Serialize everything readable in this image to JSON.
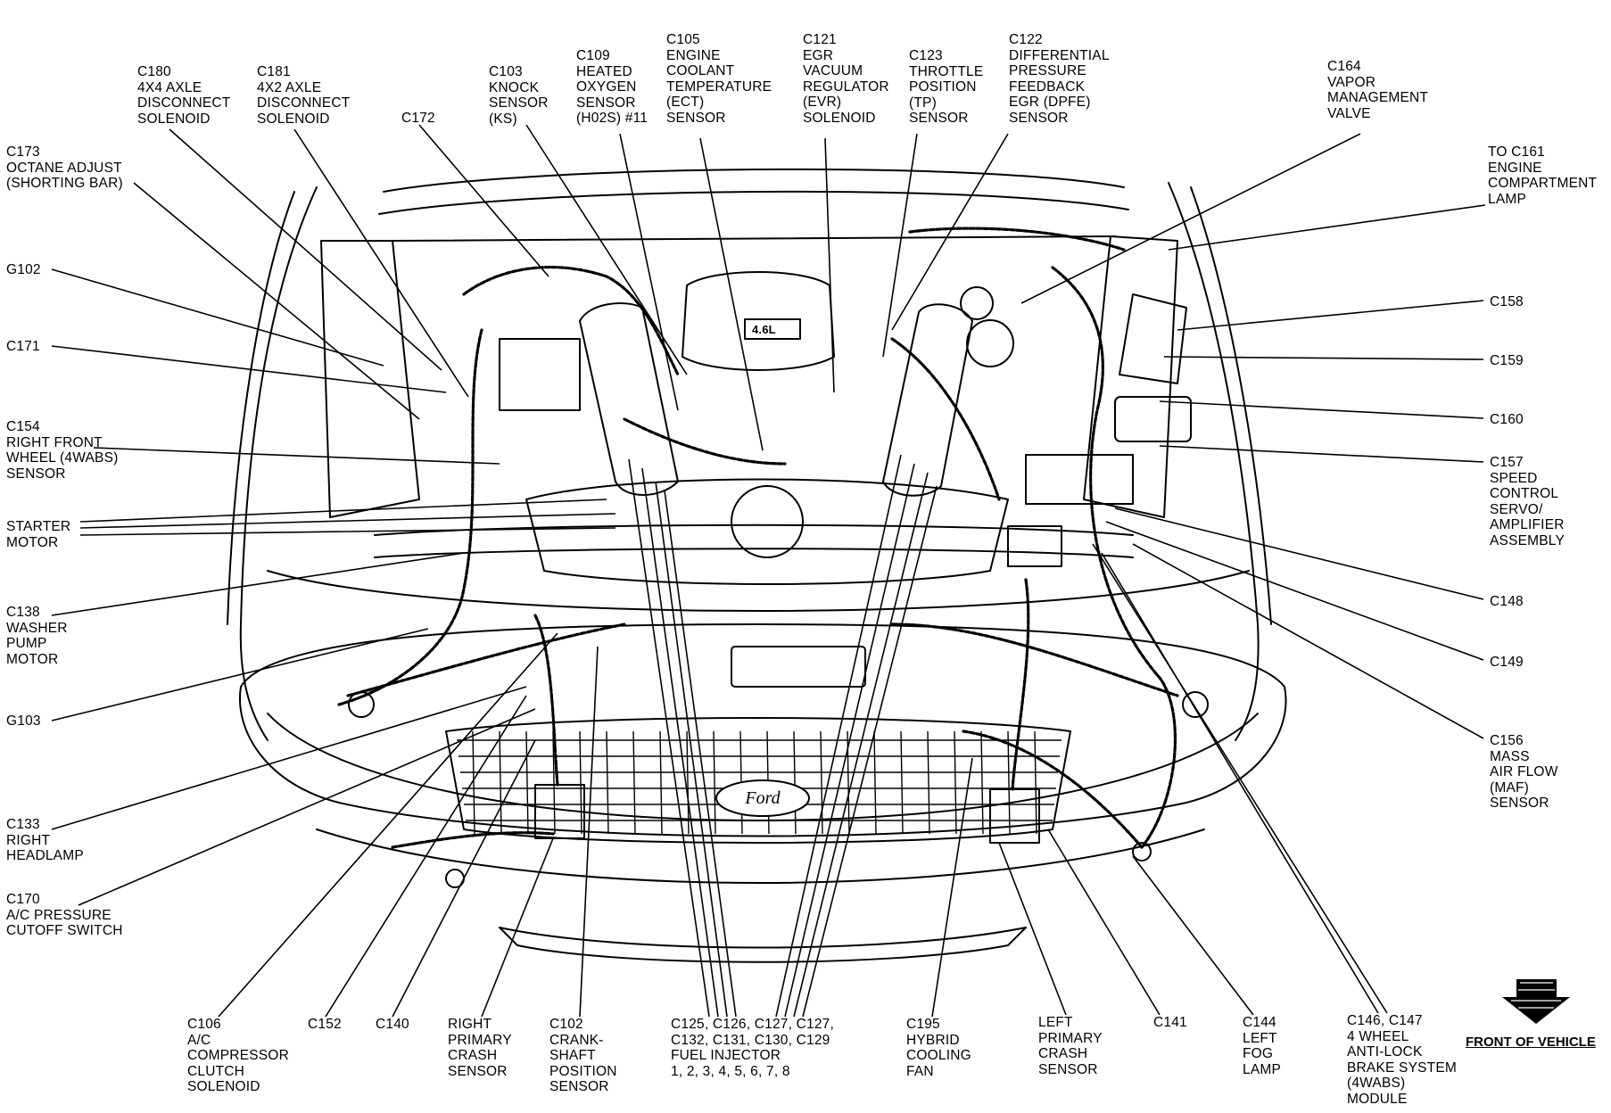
{
  "callouts": [
    {
      "id": "c180",
      "lines": [
        "C180",
        "4X4 AXLE",
        "DISCONNECT",
        "SOLENOID"
      ]
    },
    {
      "id": "c181",
      "lines": [
        "C181",
        "4X2 AXLE",
        "DISCONNECT",
        "SOLENOID"
      ]
    },
    {
      "id": "c172",
      "lines": [
        "C172"
      ]
    },
    {
      "id": "c103",
      "lines": [
        "C103",
        "KNOCK",
        "SENSOR",
        "(KS)"
      ]
    },
    {
      "id": "c109",
      "lines": [
        "C109",
        "HEATED",
        "OXYGEN",
        "SENSOR",
        "(H02S) #11"
      ]
    },
    {
      "id": "c105",
      "lines": [
        "C105",
        "ENGINE",
        "COOLANT",
        "TEMPERATURE",
        "(ECT)",
        "SENSOR"
      ]
    },
    {
      "id": "c121",
      "lines": [
        "C121",
        "EGR",
        "VACUUM",
        "REGULATOR",
        "(EVR)",
        "SOLENOID"
      ]
    },
    {
      "id": "c123",
      "lines": [
        "C123",
        "THROTTLE",
        "POSITION",
        "(TP)",
        "SENSOR"
      ]
    },
    {
      "id": "c122",
      "lines": [
        "C122",
        "DIFFERENTIAL",
        "PRESSURE",
        "FEEDBACK",
        "EGR (DPFE)",
        "SENSOR"
      ]
    },
    {
      "id": "c164",
      "lines": [
        "C164",
        "VAPOR",
        "MANAGEMENT",
        "VALVE"
      ]
    },
    {
      "id": "c161",
      "lines": [
        "TO C161",
        "ENGINE",
        "COMPARTMENT",
        "LAMP"
      ]
    },
    {
      "id": "c173",
      "lines": [
        "C173",
        "OCTANE ADJUST",
        "(SHORTING BAR)"
      ]
    },
    {
      "id": "g102",
      "lines": [
        "G102"
      ]
    },
    {
      "id": "c171",
      "lines": [
        "C171"
      ]
    },
    {
      "id": "c154",
      "lines": [
        "C154",
        "RIGHT FRONT",
        "WHEEL (4WABS)",
        "SENSOR"
      ]
    },
    {
      "id": "starter",
      "lines": [
        "STARTER",
        "MOTOR"
      ]
    },
    {
      "id": "c138",
      "lines": [
        "C138",
        "WASHER",
        "PUMP",
        "MOTOR"
      ]
    },
    {
      "id": "g103",
      "lines": [
        "G103"
      ]
    },
    {
      "id": "c133",
      "lines": [
        "C133",
        "RIGHT",
        "HEADLAMP"
      ]
    },
    {
      "id": "c170",
      "lines": [
        "C170",
        "A/C PRESSURE",
        "CUTOFF SWITCH"
      ]
    },
    {
      "id": "c158",
      "lines": [
        "C158"
      ]
    },
    {
      "id": "c159",
      "lines": [
        "C159"
      ]
    },
    {
      "id": "c160",
      "lines": [
        "C160"
      ]
    },
    {
      "id": "c157",
      "lines": [
        "C157",
        "SPEED",
        "CONTROL",
        "SERVO/",
        "AMPLIFIER",
        "ASSEMBLY"
      ]
    },
    {
      "id": "c148",
      "lines": [
        "C148"
      ]
    },
    {
      "id": "c149",
      "lines": [
        "C149"
      ]
    },
    {
      "id": "c156",
      "lines": [
        "C156",
        "MASS",
        "AIR FLOW",
        "(MAF)",
        "SENSOR"
      ]
    },
    {
      "id": "c106",
      "lines": [
        "C106",
        "A/C",
        "COMPRESSOR",
        "CLUTCH",
        "SOLENOID"
      ]
    },
    {
      "id": "c152",
      "lines": [
        "C152"
      ]
    },
    {
      "id": "c140",
      "lines": [
        "C140"
      ]
    },
    {
      "id": "rpcs",
      "lines": [
        "RIGHT",
        "PRIMARY",
        "CRASH",
        "SENSOR"
      ]
    },
    {
      "id": "c102",
      "lines": [
        "C102",
        "CRANK-",
        "SHAFT",
        "POSITION",
        "SENSOR"
      ]
    },
    {
      "id": "inj",
      "lines": [
        "C125, C126, C127, C127,",
        "C132, C131, C130, C129",
        "FUEL INJECTOR",
        "1, 2, 3, 4, 5, 6, 7, 8"
      ]
    },
    {
      "id": "c195",
      "lines": [
        "C195",
        "HYBRID",
        "COOLING",
        "FAN"
      ]
    },
    {
      "id": "lpcs",
      "lines": [
        "LEFT",
        "PRIMARY",
        "CRASH",
        "SENSOR"
      ]
    },
    {
      "id": "c141",
      "lines": [
        "C141"
      ]
    },
    {
      "id": "c144",
      "lines": [
        "C144",
        "LEFT",
        "FOG",
        "LAMP"
      ]
    },
    {
      "id": "abs",
      "lines": [
        "C146, C147",
        "4 WHEEL",
        "ANTI-LOCK",
        "BRAKE SYSTEM",
        "(4WABS)",
        "MODULE"
      ]
    }
  ],
  "front_label": "FRONT OF VEHICLE",
  "grille_logo": "Ford",
  "intake_badge": "4.6L"
}
